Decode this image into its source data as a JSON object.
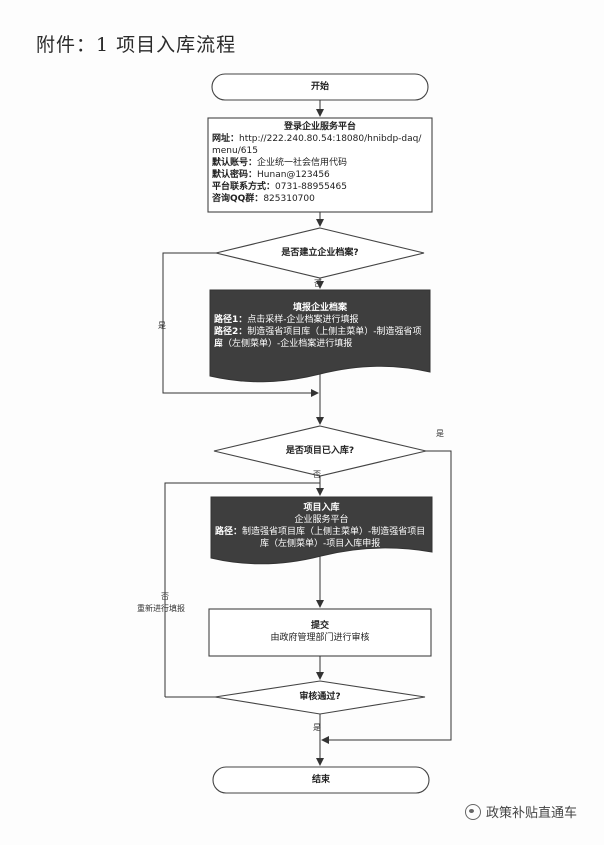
{
  "page_title": "附件：1 项目入库流程",
  "start": {
    "label": "开始"
  },
  "login": {
    "title": "登录企业服务平台",
    "url_label": "网址：",
    "url_value": "http://222.240.80.54:18080/hnibdp-daq/",
    "url_value2": "menu/615",
    "account_label": "默认账号：",
    "account_value": "企业统一社会信用代码",
    "password_label": "默认密码：",
    "password_value": "Hunan@123456",
    "phone_label": "平台联系方式：",
    "phone_value": "0731-88955465",
    "qq_label": "咨询QQ群：",
    "qq_value": "825310700"
  },
  "decision1": {
    "label": "是否建立企业档案?",
    "no": "否",
    "yes": "是"
  },
  "profile": {
    "title": "填报企业档案",
    "path1_label": "路径1：",
    "path1_text": "点击采样-企业档案进行填报",
    "path2_label": "路径2：",
    "path2_text": "制造强省项目库（上侧主菜单）-制造强省项目",
    "path2_text2": "库（左侧菜单）-企业档案进行填报"
  },
  "decision2": {
    "label": "是否项目已入库?",
    "no": "否",
    "yes": "是"
  },
  "project": {
    "title": "项目入库",
    "subtitle": "企业服务平台",
    "path_label": "路径：",
    "path_text": "制造强省项目库（上侧主菜单）-制造强省项目",
    "path_text2": "库（左侧菜单）-项目入库申报"
  },
  "submit": {
    "title": "提交",
    "subtitle": "由政府管理部门进行审核"
  },
  "decision3": {
    "label": "审核通过?",
    "yes": "是",
    "no": "否",
    "no_note": "重新进行填报"
  },
  "end": {
    "label": "结束"
  },
  "watermark": {
    "text": "政策补贴直通车"
  },
  "colors": {
    "dark_fill": "#3e3e3e",
    "line": "#333333"
  }
}
